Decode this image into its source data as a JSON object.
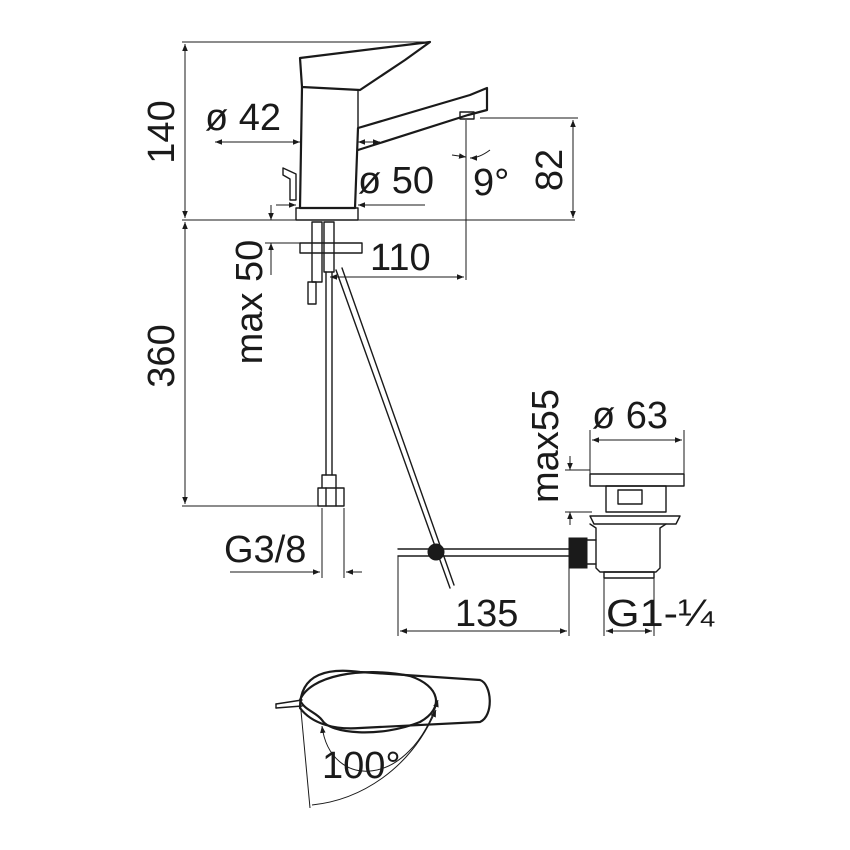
{
  "dimensions": {
    "tap_height": "140",
    "lever_diameter": "ø 42",
    "base_diameter": "ø 50",
    "spout_angle": "9°",
    "spout_height": "82",
    "max_deck": "max 50",
    "spout_reach": "110",
    "hose_length": "360",
    "hose_thread": "G3/8",
    "waste_max": "max55",
    "waste_diameter": "ø 63",
    "rod_length": "135",
    "waste_thread": "G1-¼",
    "lever_rotation": "100°"
  },
  "colors": {
    "ink": "#1a1a1a",
    "paper": "#ffffff"
  }
}
